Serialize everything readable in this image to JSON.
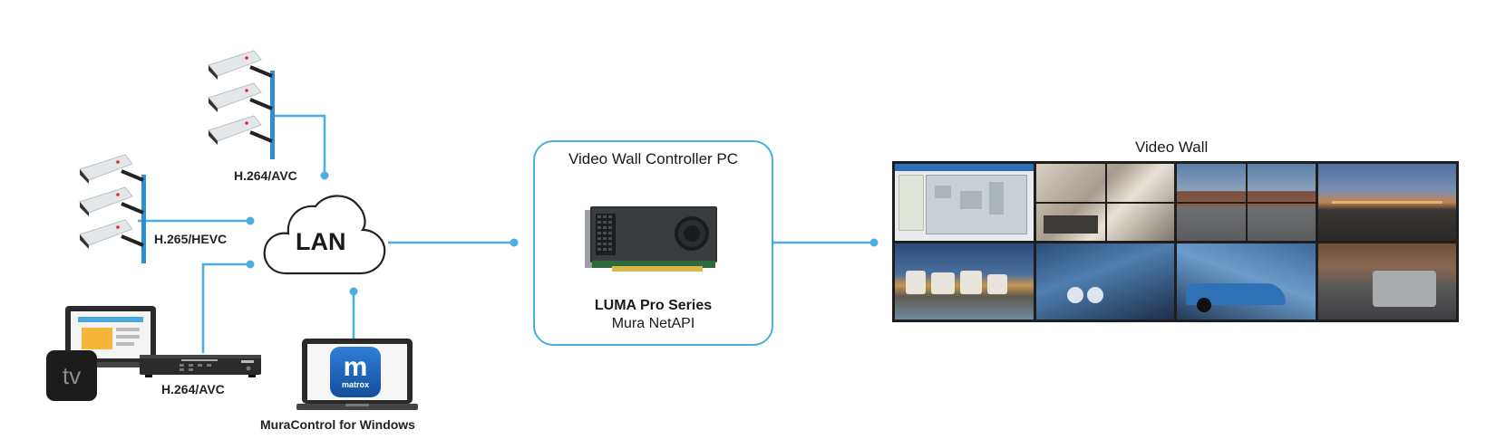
{
  "colors": {
    "connector": "#4aaee0",
    "box_border": "#4aaee0",
    "camera_body": "#dfe3e6",
    "camera_pole": "#2f8fd0",
    "lan_text": "#1a1a1a"
  },
  "labels": {
    "camera_top": "H.264/AVC",
    "camera_left": "H.265/HEVC",
    "encoder": "H.264/AVC",
    "muracontrol": "MuraControl for Windows",
    "lan": "LAN",
    "controller_title": "Video Wall Controller PC",
    "product_name": "LUMA Pro Series",
    "product_sub": "Mura NetAPI",
    "wall_title": "Video Wall",
    "tv_logo": "tv",
    "matrox_letter": "m",
    "matrox_brand": "matrox"
  },
  "icons": {
    "camera": "security-camera-icon",
    "cloud": "cloud-icon",
    "laptop": "laptop-icon",
    "gpu": "graphics-card-icon",
    "tv": "apple-tv-icon",
    "encoder": "encoder-appliance-icon",
    "matrox": "matrox-app-icon"
  },
  "video_wall_tiles": [
    {
      "name": "tile-control-software",
      "desc": "process diagram screen"
    },
    {
      "name": "tile-interior-security",
      "desc": "interior camera feeds"
    },
    {
      "name": "tile-building-exterior",
      "desc": "building and parking lot feeds"
    },
    {
      "name": "tile-rail-yard-top",
      "desc": "rail yard at dusk"
    },
    {
      "name": "tile-oil-refinery",
      "desc": "storage tanks at night"
    },
    {
      "name": "tile-car-left",
      "desc": "blue car headlights"
    },
    {
      "name": "tile-car-right",
      "desc": "blue car side"
    },
    {
      "name": "tile-rail-yard-bottom",
      "desc": "freight trains"
    }
  ]
}
